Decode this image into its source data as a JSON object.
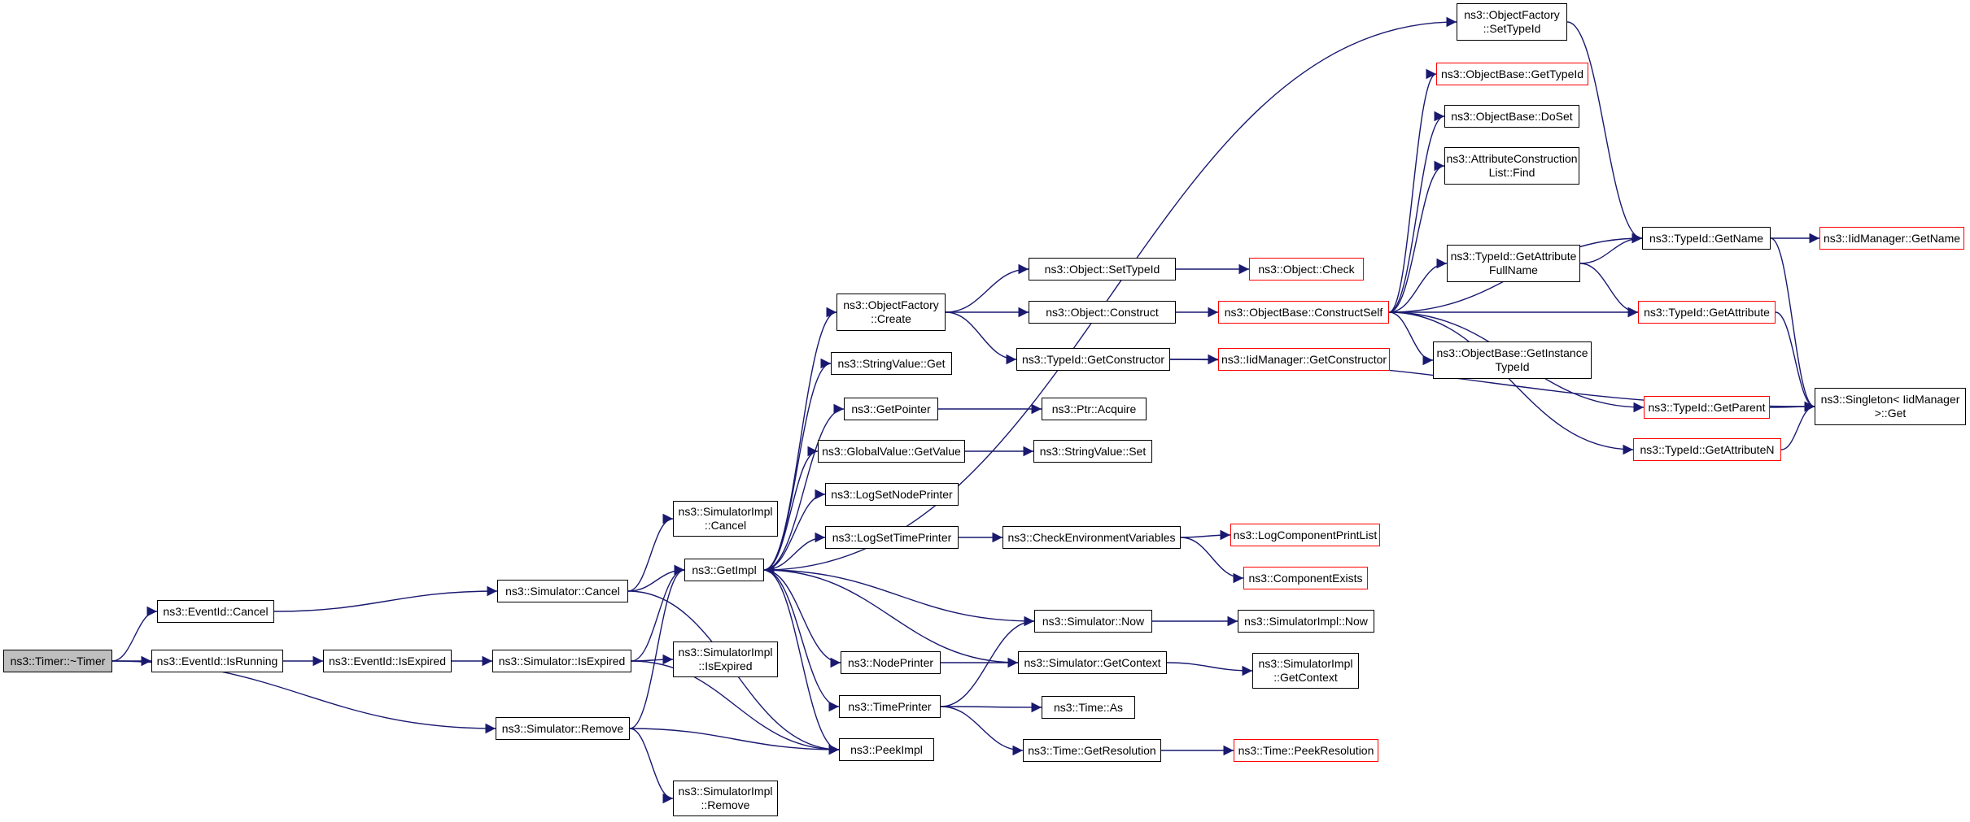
{
  "nodes": {
    "timer_dtor": {
      "lines": [
        "ns3::Timer::~Timer"
      ]
    },
    "eventid_cancel": {
      "lines": [
        "ns3::EventId::Cancel"
      ]
    },
    "eventid_isrunning": {
      "lines": [
        "ns3::EventId::IsRunning"
      ]
    },
    "eventid_isexpired": {
      "lines": [
        "ns3::EventId::IsExpired"
      ]
    },
    "sim_cancel": {
      "lines": [
        "ns3::Simulator::Cancel"
      ]
    },
    "sim_isexpired": {
      "lines": [
        "ns3::Simulator::IsExpired"
      ]
    },
    "sim_remove": {
      "lines": [
        "ns3::Simulator::Remove"
      ]
    },
    "simimpl_cancel": {
      "lines": [
        "ns3::SimulatorImpl",
        "::Cancel"
      ]
    },
    "simimpl_isexpired": {
      "lines": [
        "ns3::SimulatorImpl",
        "::IsExpired"
      ]
    },
    "simimpl_remove": {
      "lines": [
        "ns3::SimulatorImpl",
        "::Remove"
      ]
    },
    "getimpl": {
      "lines": [
        "ns3::GetImpl"
      ]
    },
    "peekimpl": {
      "lines": [
        "ns3::PeekImpl"
      ]
    },
    "objfactory_create": {
      "lines": [
        "ns3::ObjectFactory",
        "::Create"
      ]
    },
    "stringvalue_get": {
      "lines": [
        "ns3::StringValue::Get"
      ]
    },
    "getpointer": {
      "lines": [
        "ns3::GetPointer"
      ]
    },
    "globalvalue_getvalue": {
      "lines": [
        "ns3::GlobalValue::GetValue"
      ]
    },
    "logsetnodeprinter": {
      "lines": [
        "ns3::LogSetNodePrinter"
      ]
    },
    "logsettimeprinter": {
      "lines": [
        "ns3::LogSetTimePrinter"
      ]
    },
    "nodeprinter": {
      "lines": [
        "ns3::NodePrinter"
      ]
    },
    "timeprinter": {
      "lines": [
        "ns3::TimePrinter"
      ]
    },
    "object_settypeid": {
      "lines": [
        "ns3::Object::SetTypeId"
      ]
    },
    "object_construct": {
      "lines": [
        "ns3::Object::Construct"
      ]
    },
    "typeid_getconstructor": {
      "lines": [
        "ns3::TypeId::GetConstructor"
      ]
    },
    "ptr_acquire": {
      "lines": [
        "ns3::Ptr::Acquire"
      ]
    },
    "stringvalue_set": {
      "lines": [
        "ns3::StringValue::Set"
      ]
    },
    "checkenvvars": {
      "lines": [
        "ns3::CheckEnvironmentVariables"
      ]
    },
    "sim_now": {
      "lines": [
        "ns3::Simulator::Now"
      ]
    },
    "sim_getcontext": {
      "lines": [
        "ns3::Simulator::GetContext"
      ]
    },
    "time_as": {
      "lines": [
        "ns3::Time::As"
      ]
    },
    "time_getresolution": {
      "lines": [
        "ns3::Time::GetResolution"
      ]
    },
    "object_check": {
      "lines": [
        "ns3::Object::Check"
      ]
    },
    "objbase_constructself": {
      "lines": [
        "ns3::ObjectBase::ConstructSelf"
      ]
    },
    "iidmgr_getconstructor": {
      "lines": [
        "ns3::IidManager::GetConstructor"
      ]
    },
    "logcomponentprintlist": {
      "lines": [
        "ns3::LogComponentPrintList"
      ]
    },
    "componentexists": {
      "lines": [
        "ns3::ComponentExists"
      ]
    },
    "simimpl_now": {
      "lines": [
        "ns3::SimulatorImpl::Now"
      ]
    },
    "simimpl_getcontext": {
      "lines": [
        "ns3::SimulatorImpl",
        "::GetContext"
      ]
    },
    "time_peekresolution": {
      "lines": [
        "ns3::Time::PeekResolution"
      ]
    },
    "objfactory_settypeid": {
      "lines": [
        "ns3::ObjectFactory",
        "::SetTypeId"
      ]
    },
    "objbase_gettypeid": {
      "lines": [
        "ns3::ObjectBase::GetTypeId"
      ]
    },
    "objbase_doset": {
      "lines": [
        "ns3::ObjectBase::DoSet"
      ]
    },
    "attrconstrlist_find": {
      "lines": [
        "ns3::AttributeConstruction",
        "List::Find"
      ]
    },
    "typeid_getattrfullname": {
      "lines": [
        "ns3::TypeId::GetAttribute",
        "FullName"
      ]
    },
    "objbase_getinstancetypeid": {
      "lines": [
        "ns3::ObjectBase::GetInstance",
        "TypeId"
      ]
    },
    "typeid_getname": {
      "lines": [
        "ns3::TypeId::GetName"
      ]
    },
    "typeid_getattribute": {
      "lines": [
        "ns3::TypeId::GetAttribute"
      ]
    },
    "typeid_getparent": {
      "lines": [
        "ns3::TypeId::GetParent"
      ]
    },
    "typeid_getattributen": {
      "lines": [
        "ns3::TypeId::GetAttributeN"
      ]
    },
    "iidmgr_getname": {
      "lines": [
        "ns3::IidManager::GetName"
      ]
    },
    "singleton_get": {
      "lines": [
        "ns3::Singleton< IidManager",
        " >::Get"
      ]
    }
  },
  "edges": [
    [
      "timer_dtor",
      "eventid_cancel"
    ],
    [
      "timer_dtor",
      "eventid_isrunning"
    ],
    [
      "timer_dtor",
      "sim_remove"
    ],
    [
      "eventid_cancel",
      "sim_cancel"
    ],
    [
      "eventid_isrunning",
      "eventid_isexpired"
    ],
    [
      "eventid_isexpired",
      "sim_isexpired"
    ],
    [
      "sim_cancel",
      "simimpl_cancel"
    ],
    [
      "sim_cancel",
      "getimpl"
    ],
    [
      "sim_cancel",
      "peekimpl"
    ],
    [
      "sim_isexpired",
      "getimpl"
    ],
    [
      "sim_isexpired",
      "simimpl_isexpired"
    ],
    [
      "sim_isexpired",
      "peekimpl"
    ],
    [
      "sim_remove",
      "getimpl"
    ],
    [
      "sim_remove",
      "peekimpl"
    ],
    [
      "sim_remove",
      "simimpl_remove"
    ],
    [
      "getimpl",
      "objfactory_settypeid"
    ],
    [
      "getimpl",
      "objfactory_create"
    ],
    [
      "getimpl",
      "stringvalue_get"
    ],
    [
      "getimpl",
      "getpointer"
    ],
    [
      "getimpl",
      "globalvalue_getvalue"
    ],
    [
      "getimpl",
      "logsetnodeprinter"
    ],
    [
      "getimpl",
      "logsettimeprinter"
    ],
    [
      "getimpl",
      "nodeprinter"
    ],
    [
      "getimpl",
      "timeprinter"
    ],
    [
      "getimpl",
      "peekimpl"
    ],
    [
      "objfactory_create",
      "object_settypeid"
    ],
    [
      "objfactory_create",
      "object_construct"
    ],
    [
      "objfactory_create",
      "typeid_getconstructor"
    ],
    [
      "getpointer",
      "ptr_acquire"
    ],
    [
      "globalvalue_getvalue",
      "stringvalue_set"
    ],
    [
      "logsettimeprinter",
      "checkenvvars"
    ],
    [
      "nodeprinter",
      "sim_getcontext"
    ],
    [
      "timeprinter",
      "sim_now"
    ],
    [
      "timeprinter",
      "time_as"
    ],
    [
      "timeprinter",
      "time_getresolution"
    ],
    [
      "sim_now",
      "getimpl"
    ],
    [
      "sim_now",
      "simimpl_now"
    ],
    [
      "sim_getcontext",
      "getimpl"
    ],
    [
      "sim_getcontext",
      "simimpl_getcontext"
    ],
    [
      "object_settypeid",
      "object_check"
    ],
    [
      "object_construct",
      "objbase_constructself"
    ],
    [
      "typeid_getconstructor",
      "iidmgr_getconstructor"
    ],
    [
      "typeid_getconstructor",
      "singleton_get"
    ],
    [
      "checkenvvars",
      "logcomponentprintlist"
    ],
    [
      "checkenvvars",
      "componentexists"
    ],
    [
      "time_getresolution",
      "time_peekresolution"
    ],
    [
      "objfactory_settypeid",
      "typeid_getname"
    ],
    [
      "objbase_constructself",
      "objbase_gettypeid"
    ],
    [
      "objbase_constructself",
      "objbase_doset"
    ],
    [
      "objbase_constructself",
      "attrconstrlist_find"
    ],
    [
      "objbase_constructself",
      "typeid_getattrfullname"
    ],
    [
      "objbase_constructself",
      "typeid_getname"
    ],
    [
      "objbase_constructself",
      "typeid_getattribute"
    ],
    [
      "objbase_constructself",
      "objbase_getinstancetypeid"
    ],
    [
      "objbase_constructself",
      "typeid_getparent"
    ],
    [
      "objbase_constructself",
      "typeid_getattributen"
    ],
    [
      "typeid_getattrfullname",
      "typeid_getname"
    ],
    [
      "typeid_getattrfullname",
      "typeid_getattribute"
    ],
    [
      "typeid_getname",
      "iidmgr_getname"
    ],
    [
      "typeid_getname",
      "singleton_get"
    ],
    [
      "typeid_getattribute",
      "singleton_get"
    ],
    [
      "typeid_getparent",
      "singleton_get"
    ],
    [
      "typeid_getattributen",
      "singleton_get"
    ]
  ],
  "colors": {
    "edge": "#191970",
    "node_border": "#000000",
    "truncated_node_border": "#ff0000",
    "root_fill": "#bfbfbf"
  }
}
